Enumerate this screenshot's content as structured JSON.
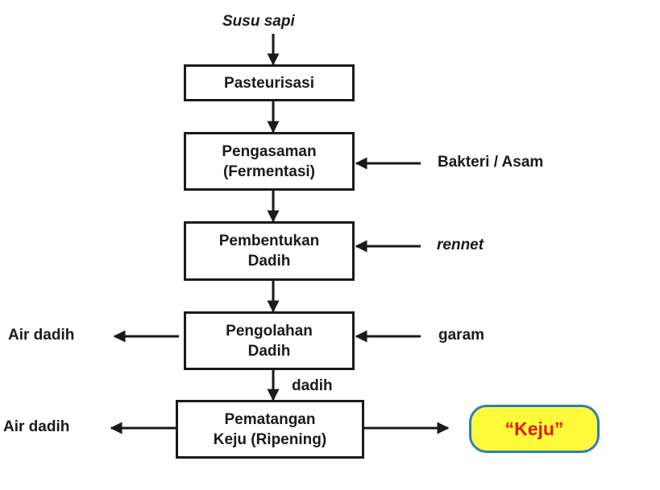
{
  "input_label": "Susu sapi",
  "steps": [
    {
      "label": "Pasteurisasi"
    },
    {
      "label": "Pengasaman\n(Fermentasi)"
    },
    {
      "label": "Pembentukan\nDadih"
    },
    {
      "label": "Pengolahan\nDadih"
    },
    {
      "label": "Pematangan\nKeju (Ripening)"
    }
  ],
  "additions": [
    "Bakteri / Asam",
    "rennet",
    "garam"
  ],
  "outputs": [
    "Air dadih",
    "Air dadih"
  ],
  "flow_label": "dadih",
  "result": "“Keju”",
  "colors": {
    "line": "#1a1a1a",
    "result_fill": "#fffb3a",
    "result_border": "#2c7fb8",
    "result_text": "#e41818"
  }
}
